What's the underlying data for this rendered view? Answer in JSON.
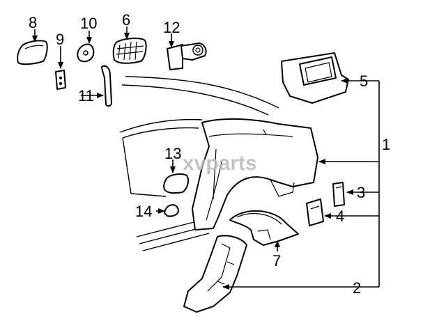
{
  "watermark": "xvparts",
  "callouts": {
    "c1": "1",
    "c2": "2",
    "c3": "3",
    "c4": "4",
    "c5": "5",
    "c6": "6",
    "c7": "7",
    "c8": "8",
    "c9": "9",
    "c10": "10",
    "c11": "11",
    "c12": "12",
    "c13": "13",
    "c14": "14"
  }
}
